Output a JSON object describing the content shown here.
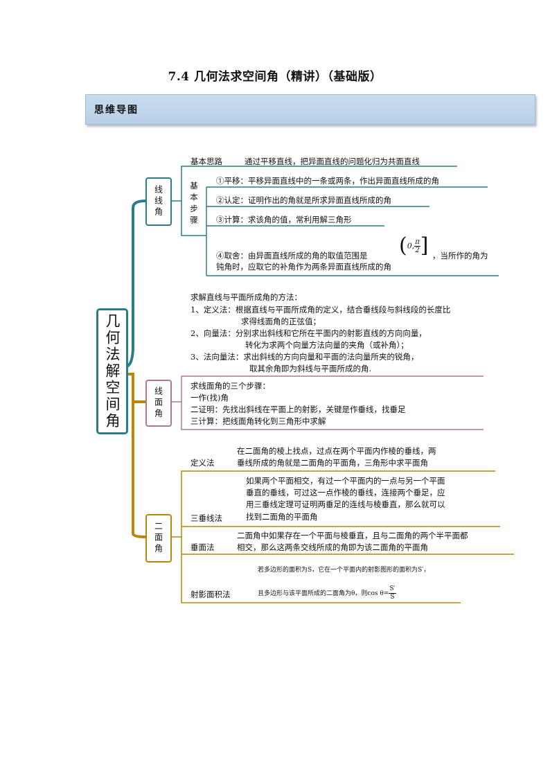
{
  "title": "7.4  几何法求空间角（精讲）（基础版）",
  "banner": "思维导图",
  "root": "几何法解空间角",
  "line_angle": {
    "label": "线线角",
    "basic_idea_label": "基本思路",
    "basic_idea_text": "通过平移直线，把异面直线的问题化归为共面直线",
    "steps_label": "基本步骤",
    "step1": "①平移：平移异面直线中的一条或两条，作出异面直线所成的角",
    "step2": "②认定：证明作出的角就是所求异面直线所成的角",
    "step3": "③计算：求该角的值，常利用解三角形",
    "step4_a": "④取舍：由异面直线所成的角的取值范围是",
    "step4_range_left": "0,",
    "step4_pi": "π",
    "step4_two": "2",
    "step4_b": "，当所作的角为",
    "step4_c": "钝角时，应取它的补角作为两条异面直线所成的角"
  },
  "line_plane": {
    "label": "线面角",
    "methods": [
      "求解直线与平面所成角的方法：",
      "1、定义法：根据直线与平面所成角的定义，结合垂线段与斜线段的长度比",
      "求得线面角的正弦值；",
      "2、向量法：分别求出斜线和它所在平面内的射影直线的方向向量，",
      "转化为求两个向量方法向量的夹角（或补角）；",
      "3、法向量法：求出斜线的方向向量和平面的法向量所夹的锐角，",
      "取其余角即为斜线与平面所成的角."
    ],
    "steps": [
      "求线面角的三个步骤：",
      "一作(找)角",
      "二证明：先找出斜线在平面上的射影，关键是作垂线，找垂足",
      "三计算：把线面角转化到三角形中求解"
    ]
  },
  "dihedral": {
    "label": "二面角",
    "def_label": "定义法",
    "def_text": [
      "在二面角的棱上找点，过点在两个平面内作棱的垂线，两",
      "垂线所成的角就是二面角的平面角，三角形中求平面角"
    ],
    "three_perp_label": "三垂线法",
    "three_perp_text": [
      "如果两个平面相交，有过一个平面内的一点与另一个平面",
      "垂直的垂线，可过这一点作棱的垂线，连接两个垂足，应",
      "用三垂线定理可证明两垂足的连线与棱垂直，那么就可以",
      "找到二面角的平面角"
    ],
    "perp_plane_label": "垂面法",
    "perp_plane_text": [
      "二面角中如果存在一个平面与棱垂直，且与二面角的两个半平面都",
      "相交，那么这两条交线所成的角即为该二面角的平面角"
    ],
    "proj_label": "射影面积法",
    "proj_text1": "若多边形的面积为S，它在一个平面内的射影图形的面积为S′，",
    "proj_text2": "且多边形与该平面所成的二面角为θ，则cos θ=",
    "proj_num": "S′",
    "proj_den": "S"
  },
  "colors": {
    "teal": "#2a7d86",
    "maroon": "#b07a80",
    "gold": "#b8860b",
    "banner": "#c9dcef"
  }
}
